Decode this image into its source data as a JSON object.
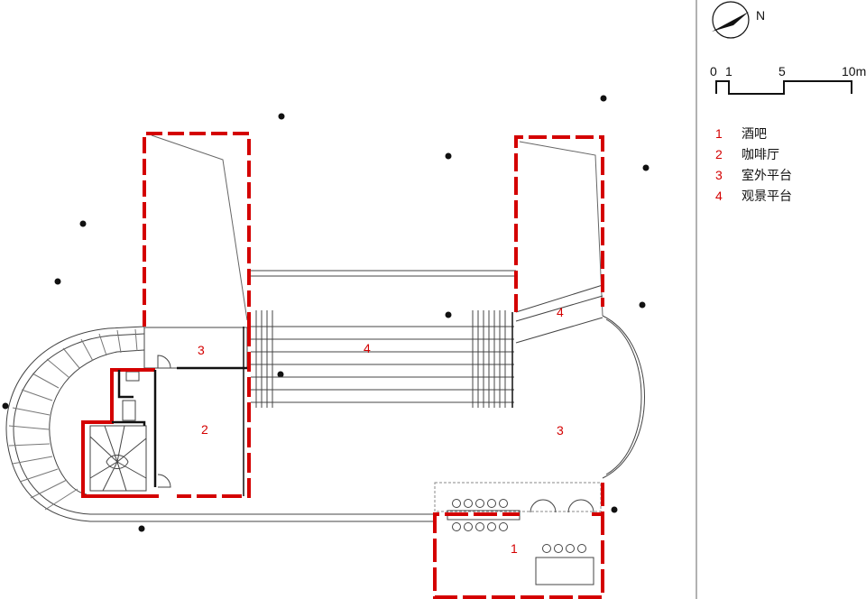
{
  "north": {
    "label": "N"
  },
  "scale_bar": {
    "ticks": [
      "0",
      "1",
      "5",
      "10m"
    ]
  },
  "legend": [
    {
      "num": "1",
      "text": "酒吧"
    },
    {
      "num": "2",
      "text": "咖啡厅"
    },
    {
      "num": "3",
      "text": "室外平台"
    },
    {
      "num": "4",
      "text": "观景平台"
    }
  ],
  "room_labels": {
    "outdoor_platform_west": "3",
    "viewing_platform_center": "4",
    "viewing_platform_east": "4",
    "cafe": "2",
    "outdoor_platform_east": "3",
    "bar": "1"
  },
  "colors": {
    "wall": "#d40000",
    "line": "#444444",
    "text_red": "#d40000"
  }
}
